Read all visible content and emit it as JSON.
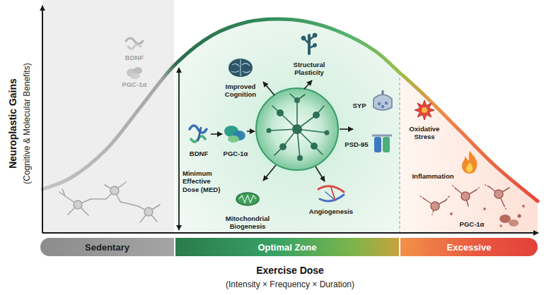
{
  "diagram": {
    "nodes": [
      {
        "text": [
          "Sedentary"
        ]
      },
      {
        "text": [
          "Optimal Zone"
        ]
      },
      {
        "text": [
          "Excessive"
        ]
      }
    ],
    "labels": [
      "Neuroplastic Gains",
      "(Cognitive & Molecular Benefits)",
      "BDNF",
      "PGC-1α",
      "Improved Cognition",
      "Structural Plasticity",
      "BDNF",
      "PGC-1α",
      "Minimum Effective Dose (MED)",
      "SYP",
      "PSD-95",
      "Mitochondrial Biogenesis",
      "Angiogenesis",
      "Oxidative Stress",
      "Inflammation",
      "PGC-1α",
      "Exercise Dose",
      "(Intensity × Frequency × Duration)"
    ]
  }
}
